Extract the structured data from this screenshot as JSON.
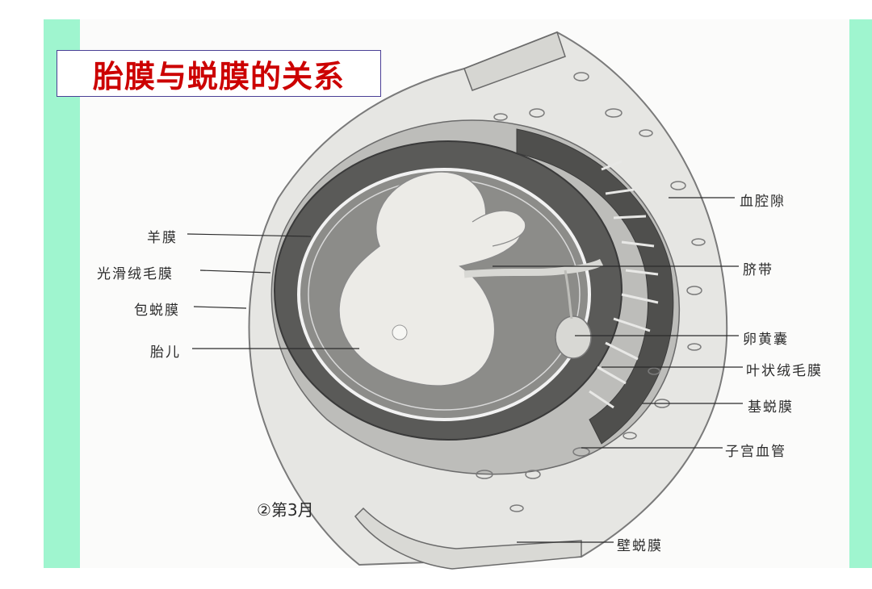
{
  "title": "胎膜与蜕膜的关系",
  "caption": "②第3月",
  "labels": {
    "amnion": "羊膜",
    "smooth_chorion": "光滑绒毛膜",
    "capsular_decidua": "包蜕膜",
    "fetus": "胎儿",
    "blood_lacunae": "血腔隙",
    "umbilical_cord": "脐带",
    "yolk_sac": "卵黄囊",
    "villous_chorion": "叶状绒毛膜",
    "basal_decidua": "基蜕膜",
    "uterine_vessels": "子宫血管",
    "parietal_decidua": "壁蜕膜"
  },
  "colors": {
    "title_text": "#cc0000",
    "title_border": "#4a3f96",
    "side_band": "#9ff5cf"
  }
}
